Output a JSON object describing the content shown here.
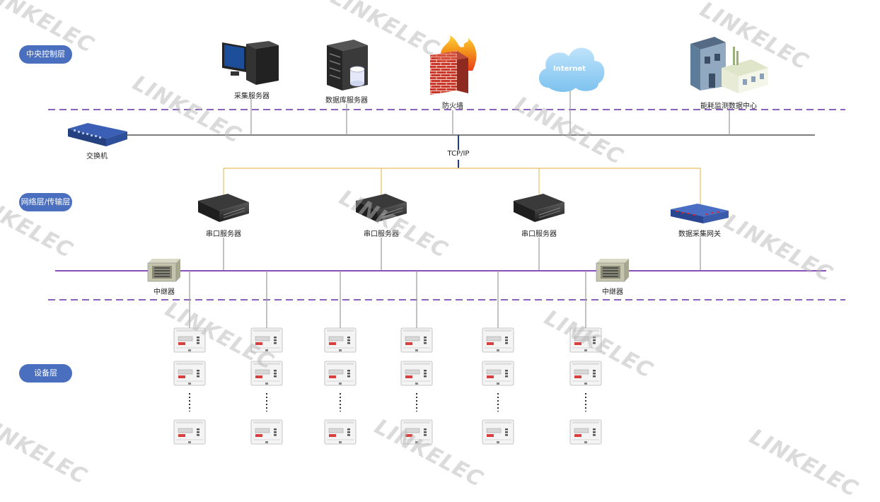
{
  "layers": {
    "central": "中央控制层",
    "network": "网络层/传输层",
    "device": "设备层"
  },
  "central_nodes": {
    "collect_server": "采集服务器",
    "db_server": "数据库服务器",
    "firewall": "防火墙",
    "internet": "Internet",
    "energy_center": "能耗监测数据中心",
    "switch": "交换机"
  },
  "protocol": "TCP/IP",
  "network_nodes": {
    "serial_server_1": "串口服务器",
    "serial_server_2": "串口服务器",
    "serial_server_3": "串口服务器",
    "gateway": "数据采集网关",
    "repeater_1": "中继器",
    "repeater_2": "中继器"
  },
  "device_grid": {
    "columns": 6,
    "meters_per_column": 3,
    "ellipsis": "⋮"
  },
  "watermark": "LINKELEC",
  "colors": {
    "pill": "#4a6fbe",
    "dash": "#7a4fb0",
    "bus": "#8a4fb8",
    "tcp": "#e8c060",
    "backbone": "#555555"
  }
}
